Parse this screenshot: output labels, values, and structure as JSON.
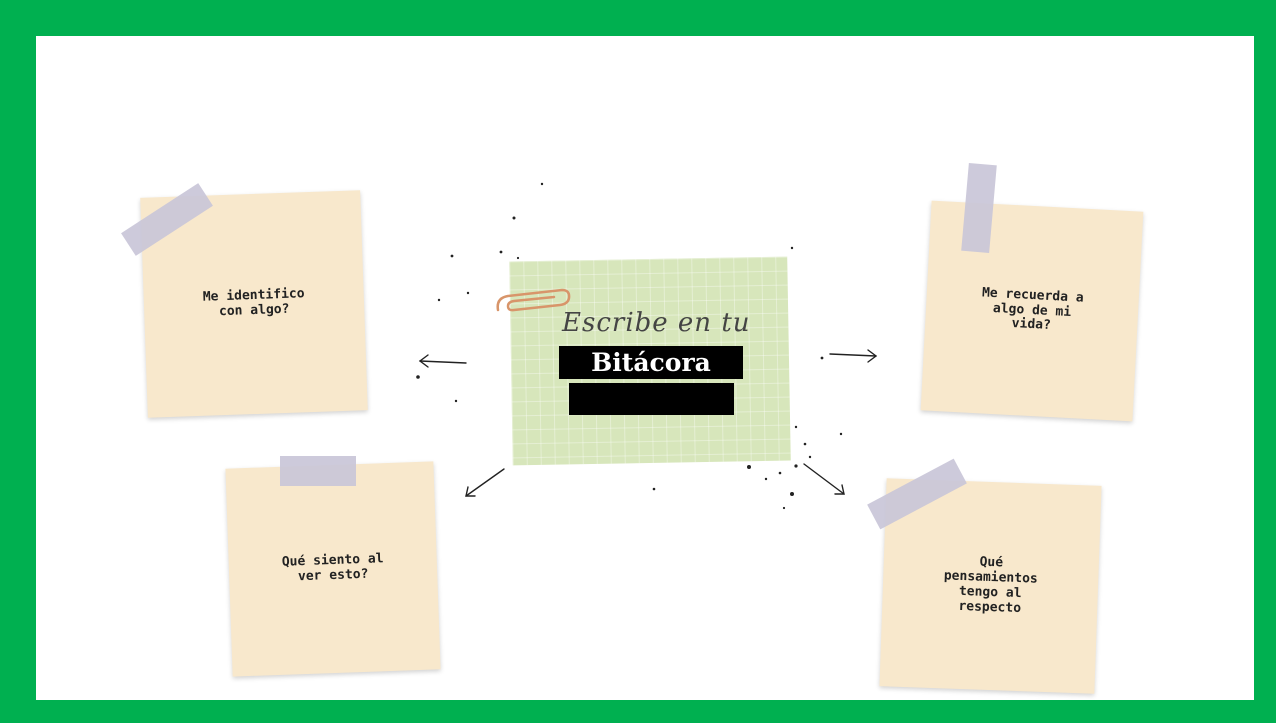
{
  "center": {
    "script_text": "Escribe en tu",
    "title": "Bitácora"
  },
  "notes": [
    {
      "text": "Me identifico\ncon algo?"
    },
    {
      "text": "Me recuerda  a\nalgo de mi\nvida?"
    },
    {
      "text": "Qué siento al\nver esto?"
    },
    {
      "text": "Qué\npensamientos\ntengo al\nrespecto"
    }
  ],
  "colors": {
    "border": "#00b050",
    "note": "#f8e8cc",
    "card": "#d7e6bb",
    "tape": "#c9c6d8"
  }
}
